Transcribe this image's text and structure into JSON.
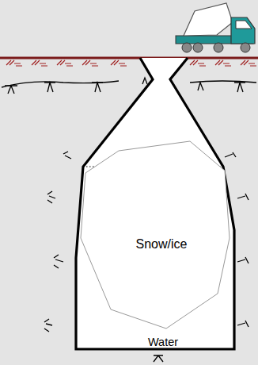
{
  "diagram": {
    "nodes": [
      {
        "text": [
          "Water"
        ]
      },
      {
        "text": [
          "Snow/ice"
        ],
        "in": 0
      }
    ]
  }
}
